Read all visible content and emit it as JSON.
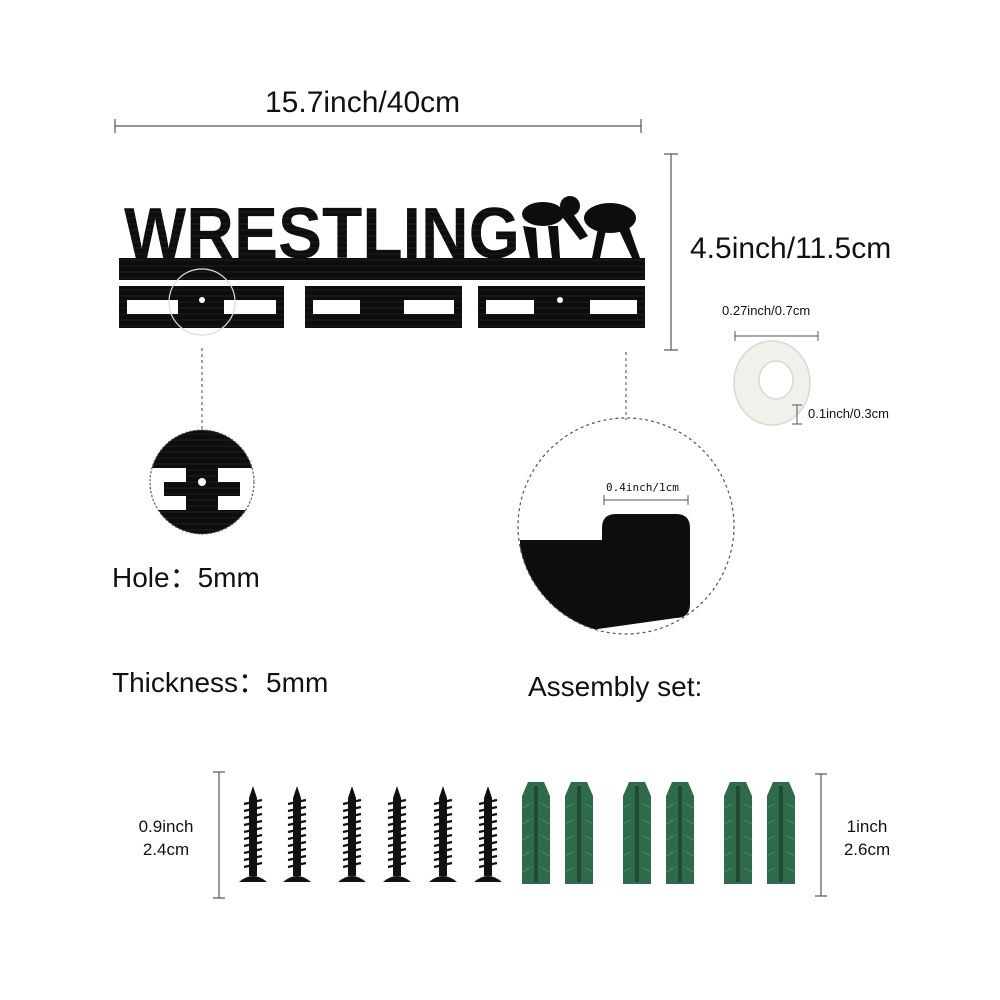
{
  "product": {
    "title_text": "WRESTLING",
    "width_label": "15.7inch/40cm",
    "height_label": "4.5inch/11.5cm"
  },
  "spacer": {
    "diameter_label": "0.27inch/0.7cm",
    "thickness_label": "0.1inch/0.3cm"
  },
  "details": {
    "hook_width_label": "0.4inch/1cm",
    "hole_label": "Hole：5mm",
    "thickness_label": "Thickness：5mm",
    "assembly_label": "Assembly set:"
  },
  "hardware": {
    "screw_length_line1": "0.9inch",
    "screw_length_line2": "2.4cm",
    "anchor_length_line1": "1inch",
    "anchor_length_line2": "2.6cm",
    "screw_count": 6,
    "anchor_count": 6
  },
  "colors": {
    "wood": "#0d0d0d",
    "anchor": "#2f6a4a",
    "spacer": "#f1f1ec"
  }
}
